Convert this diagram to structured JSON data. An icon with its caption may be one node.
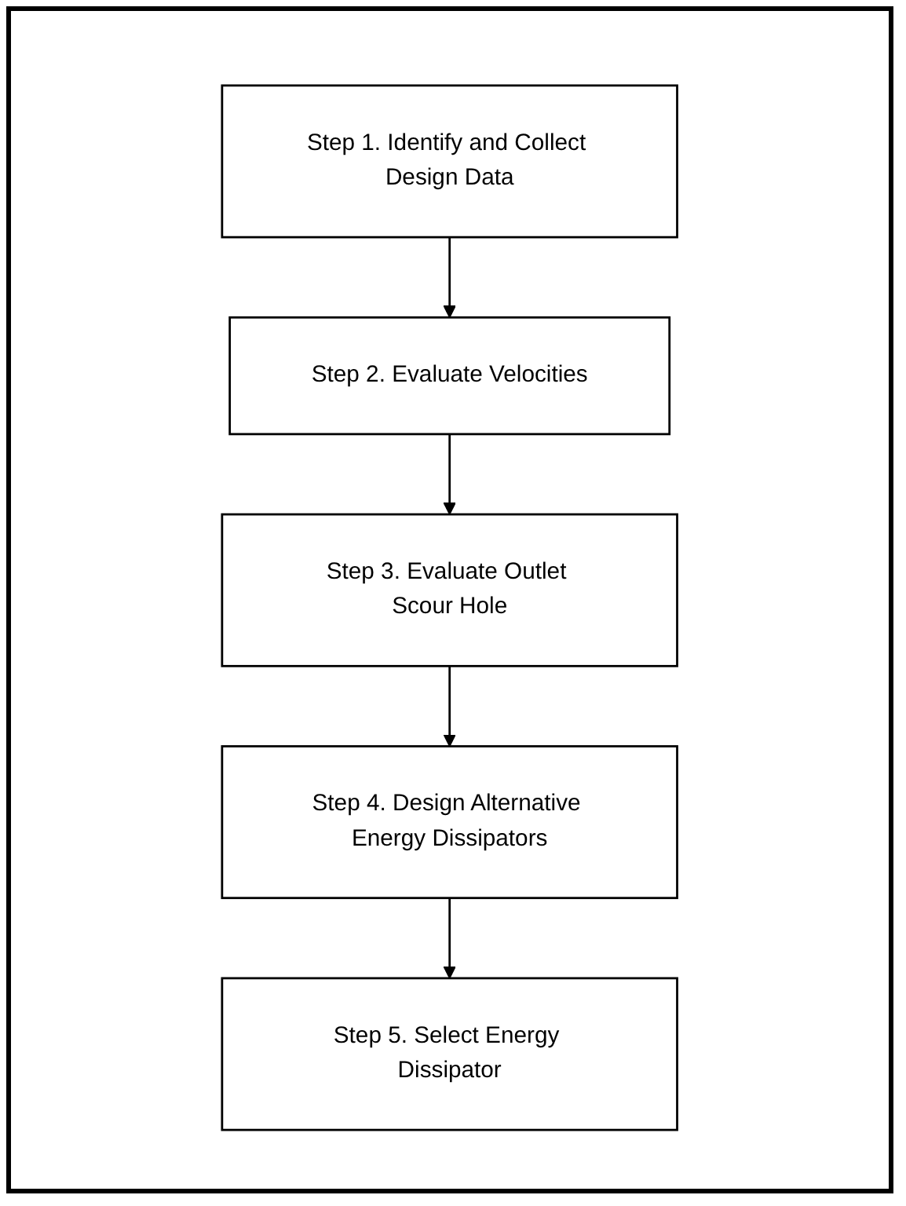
{
  "diagram": {
    "nodes": [
      {
        "text": [
          "Step 1. Identify and Collect Design Data"
        ]
      },
      {
        "text": [
          "Step 2. Evaluate Velocities"
        ]
      },
      {
        "text": [
          "Step 3. Evaluate Outlet Scour Hole"
        ]
      },
      {
        "text": [
          "Step 4. Design Alternative Energy Dissipators"
        ]
      },
      {
        "text": [
          "Step 5. Select Energy Dissipator"
        ]
      }
    ],
    "edges": [
      {
        "from": 0,
        "to": 1,
        "arrow": "to"
      },
      {
        "from": 1,
        "to": 2,
        "arrow": "to"
      },
      {
        "from": 2,
        "to": 3,
        "arrow": "to"
      },
      {
        "from": 3,
        "to": 4,
        "arrow": "to"
      }
    ]
  }
}
